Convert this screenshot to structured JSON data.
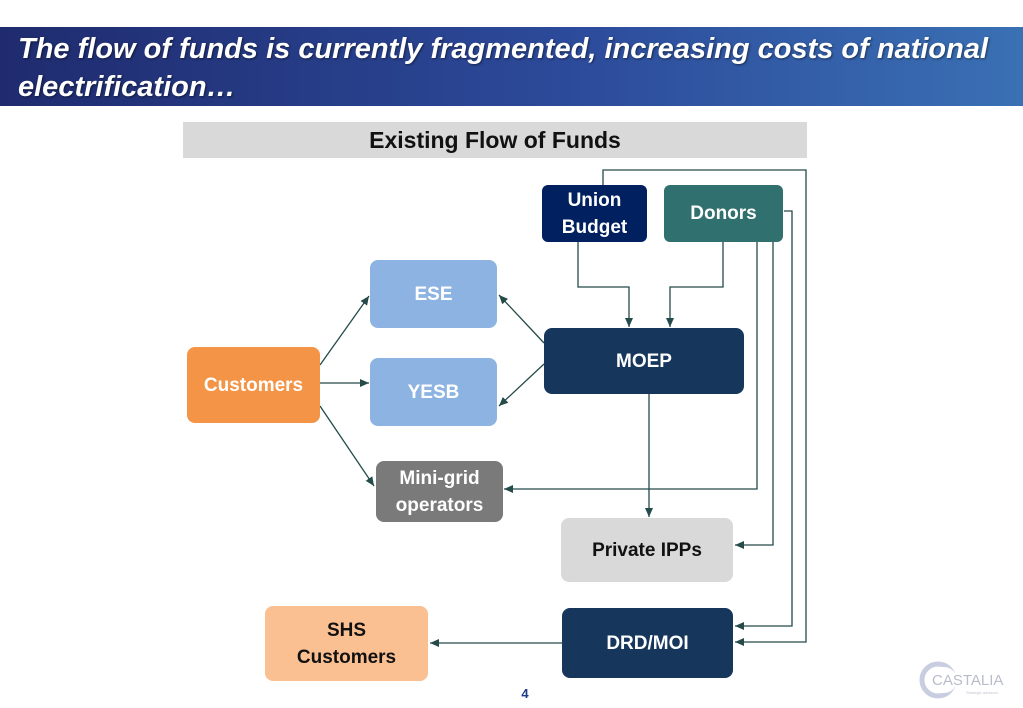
{
  "title": "The flow of funds is currently fragmented, increasing costs of national electrification…",
  "subtitle": "Existing Flow of Funds",
  "nodes": {
    "union_budget": "Union Budget",
    "donors": "Donors",
    "ese": "ESE",
    "moep": "MOEP",
    "customers": "Customers",
    "yesb": "YESB",
    "mini_grid": "Mini-grid operators",
    "private_ipps": "Private IPPs",
    "shs_customers": "SHS Customers",
    "drd_moi": "DRD/MOI"
  },
  "page_number": "4",
  "logo": {
    "text": "CASTALIA",
    "tagline": "Strategic advisors"
  },
  "colors": {
    "navy": "#16365c",
    "teal": "#30706e",
    "light_blue": "#8db3e2",
    "orange": "#f39446",
    "grey": "#7a7a7a",
    "light_grey": "#d9d9d9",
    "peach": "#fbc092",
    "union_navy": "#002060",
    "arrow": "#244a4a"
  }
}
